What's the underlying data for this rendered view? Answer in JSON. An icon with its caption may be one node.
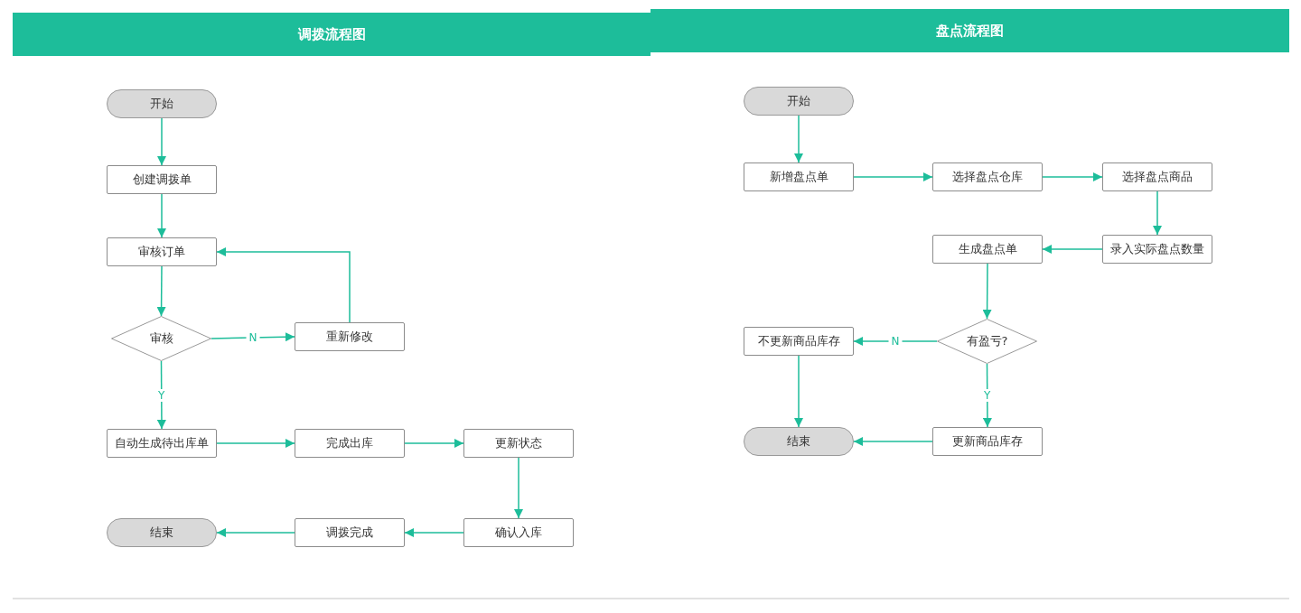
{
  "diagram": {
    "nodes": [
      {
        "text": [
          "调拨流程图"
        ]
      },
      {
        "text": [
          "开始"
        ],
        "in": 0
      },
      {
        "text": [
          "创建调拨单"
        ],
        "in": 0
      },
      {
        "text": [
          "审核订单"
        ],
        "in": 0
      },
      {
        "text": [
          "审核"
        ],
        "in": 0
      },
      {
        "text": [
          "重新修改"
        ],
        "in": 0
      },
      {
        "text": [
          "自动生成待出库单"
        ],
        "in": 0
      },
      {
        "text": [
          "完成出库"
        ],
        "in": 0
      },
      {
        "text": [
          "更新状态"
        ],
        "in": 0
      },
      {
        "text": [
          "确认入库"
        ],
        "in": 0
      },
      {
        "text": [
          "调拨完成"
        ],
        "in": 0
      },
      {
        "text": [
          "结束"
        ],
        "in": 0
      },
      {
        "text": [
          "盘点流程图"
        ]
      },
      {
        "text": [
          "开始"
        ],
        "in": 12
      },
      {
        "text": [
          "新增盘点单"
        ],
        "in": 12
      },
      {
        "text": [
          "选择盘点仓库"
        ],
        "in": 12
      },
      {
        "text": [
          "选择盘点商品"
        ],
        "in": 12
      },
      {
        "text": [
          "录入实际盘点数量"
        ],
        "in": 12
      },
      {
        "text": [
          "生成盘点单"
        ],
        "in": 12
      },
      {
        "text": [
          "有盈亏?"
        ],
        "in": 12
      },
      {
        "text": [
          "不更新商品库存"
        ],
        "in": 12
      },
      {
        "text": [
          "更新商品库存"
        ],
        "in": 12
      },
      {
        "text": [
          "结束"
        ],
        "in": 12
      }
    ],
    "edges": [
      {
        "from": 1,
        "to": 2,
        "arrow": "to"
      },
      {
        "from": 2,
        "to": 3,
        "arrow": "to"
      },
      {
        "from": 3,
        "to": 4,
        "arrow": "to"
      },
      {
        "from": 4,
        "to": 5,
        "arrow": "to",
        "label": "N"
      },
      {
        "from": 5,
        "to": 3,
        "arrow": "to"
      },
      {
        "from": 4,
        "to": 6,
        "arrow": "to",
        "label": "Y"
      },
      {
        "from": 6,
        "to": 7,
        "arrow": "to"
      },
      {
        "from": 7,
        "to": 8,
        "arrow": "to"
      },
      {
        "from": 8,
        "to": 9,
        "arrow": "to"
      },
      {
        "from": 9,
        "to": 10,
        "arrow": "to"
      },
      {
        "from": 10,
        "to": 11,
        "arrow": "to"
      },
      {
        "from": 13,
        "to": 14,
        "arrow": "to"
      },
      {
        "from": 14,
        "to": 15,
        "arrow": "to"
      },
      {
        "from": 15,
        "to": 16,
        "arrow": "to"
      },
      {
        "from": 16,
        "to": 17,
        "arrow": "to"
      },
      {
        "from": 17,
        "to": 18,
        "arrow": "to"
      },
      {
        "from": 18,
        "to": 19,
        "arrow": "to"
      },
      {
        "from": 19,
        "to": 20,
        "arrow": "to",
        "label": "N"
      },
      {
        "from": 19,
        "to": 21,
        "arrow": "to",
        "label": "Y"
      },
      {
        "from": 20,
        "to": 22,
        "arrow": "to"
      },
      {
        "from": 21,
        "to": 22,
        "arrow": "to"
      }
    ]
  }
}
